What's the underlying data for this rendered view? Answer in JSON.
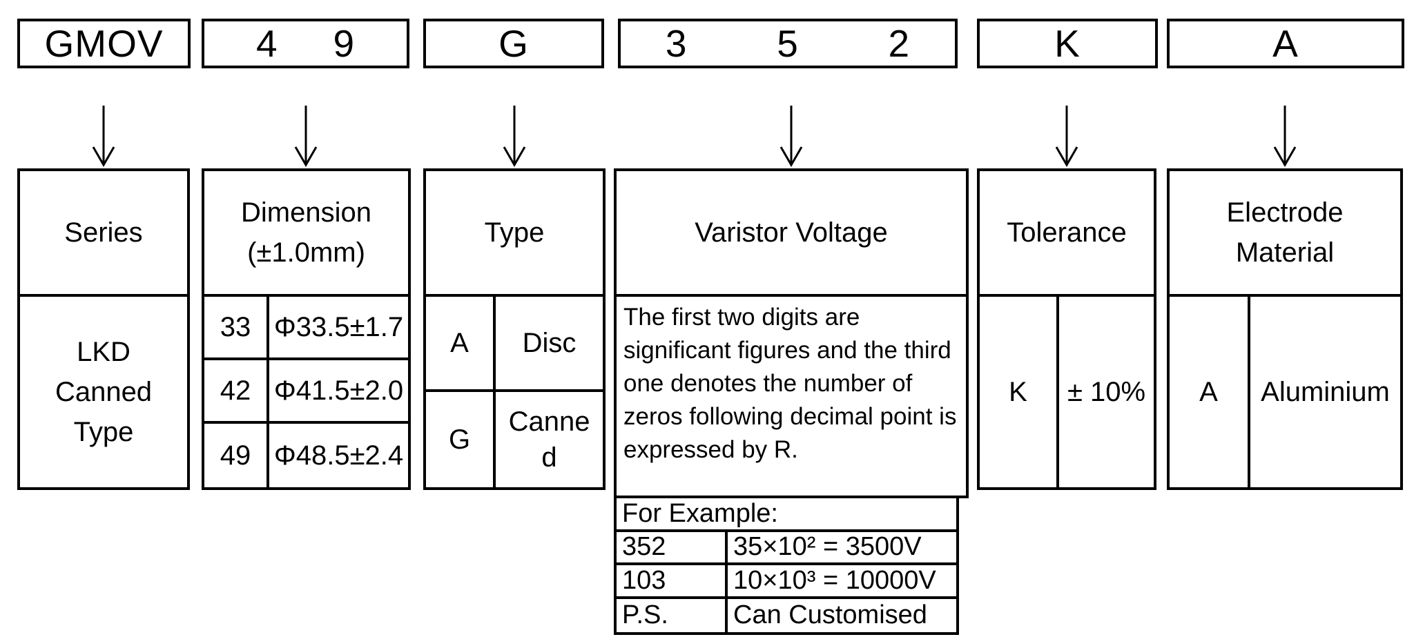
{
  "colors": {
    "background": "#ffffff",
    "border": "#000000",
    "text": "#000000"
  },
  "part_code": {
    "series": "GMOV",
    "dimension_digits": [
      "4",
      "9"
    ],
    "type": "G",
    "voltage_digits": [
      "3",
      "5",
      "2"
    ],
    "tolerance": "K",
    "electrode": "A"
  },
  "panels": {
    "series": {
      "title": "Series",
      "value": "LKD\nCanned\nType"
    },
    "dimension": {
      "title": "Dimension\n(±1.0mm)",
      "rows": [
        {
          "code": "33",
          "value": "Φ33.5±1.7"
        },
        {
          "code": "42",
          "value": "Φ41.5±2.0"
        },
        {
          "code": "49",
          "value": "Φ48.5±2.4"
        }
      ]
    },
    "type": {
      "title": "Type",
      "rows": [
        {
          "code": "A",
          "value": "Disc"
        },
        {
          "code": "G",
          "value": "Canned"
        }
      ]
    },
    "varistor_voltage": {
      "title": "Varistor Voltage",
      "description": "The first two digits are\nsignificant figures and the third\none denotes the number of\nzeros following decimal point is\nexpressed by R.",
      "examples_title": "For Example:",
      "examples": [
        {
          "code": "352",
          "value": "35×10² = 3500V"
        },
        {
          "code": "103",
          "value": "10×10³ = 10000V"
        },
        {
          "code": "P.S.",
          "value": "Can Customised"
        }
      ]
    },
    "tolerance": {
      "title": "Tolerance",
      "rows": [
        {
          "code": "K",
          "value": "± 10%"
        }
      ]
    },
    "electrode_material": {
      "title": "Electrode\nMaterial",
      "rows": [
        {
          "code": "A",
          "value": "Aluminium"
        }
      ]
    }
  }
}
